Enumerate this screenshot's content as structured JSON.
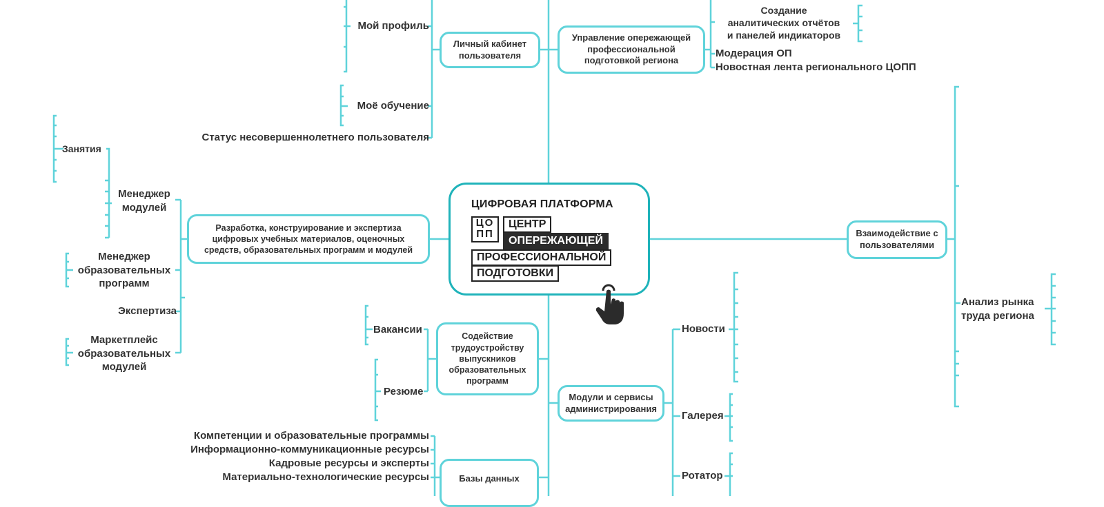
{
  "central": {
    "title": "ЦИФРОВАЯ ПЛАТФОРМА",
    "logo_mark": "ЦО\nПП",
    "line1": "ЦЕНТР",
    "line2": "ОПЕРЕЖАЮЩЕЙ",
    "line3": "ПРОФЕССИОНАЛЬНОЙ",
    "line4": "ПОДГОТОВКИ",
    "cursor_icon": "pointer-hand-icon"
  },
  "colors": {
    "connector": "#5fd3da",
    "central_border": "#1fb3ba",
    "text": "#333333",
    "logo_dark": "#2b2b2b"
  },
  "branches": {
    "personal_cabinet": {
      "label": "Личный кабинет\nпользователя",
      "children": [
        "Мой профиль",
        "Моё обучение",
        "Статус несовершеннолетнего пользователя"
      ]
    },
    "regional_management": {
      "label": "Управление опережающей\nпрофессиональной\nподготовкой региона",
      "children": [
        "Создание\nаналитических отчётов\nи панелей индикаторов",
        "Модерация ОП",
        "Новостная лента регионального ЦОПП"
      ]
    },
    "development": {
      "label": "Разработка, конструирование и экспертиза\nцифровых учебных материалов, оценочных\nсредств, образовательных программ и модулей",
      "children": [
        "Менеджер\nмодулей",
        "Менеджер\nобразовательных\nпрограмм",
        "Экспертиза",
        "Маркетплейс\nобразовательных\nмодулей"
      ],
      "grandchildren": {
        "module_manager": [
          "Занятия"
        ]
      }
    },
    "employment": {
      "label": "Содействие\nтрудоустройству\nвыпускников\nобразовательных\nпрограмм",
      "children": [
        "Вакансии",
        "Резюме"
      ]
    },
    "databases": {
      "label": "Базы данных",
      "children": [
        "Компетенции и образовательные программы",
        "Информационно-коммуникационные ресурсы",
        "Кадровые ресурсы и эксперты",
        "Материально-технологические ресурсы"
      ]
    },
    "admin_modules": {
      "label": "Модули и сервисы\nадминистрирования",
      "children": [
        "Новости",
        "Галерея",
        "Ротатор"
      ]
    },
    "user_interaction": {
      "label": "Взаимодействие с\nпользователями",
      "children": [
        "Анализ рынка\nтруда региона"
      ]
    }
  }
}
